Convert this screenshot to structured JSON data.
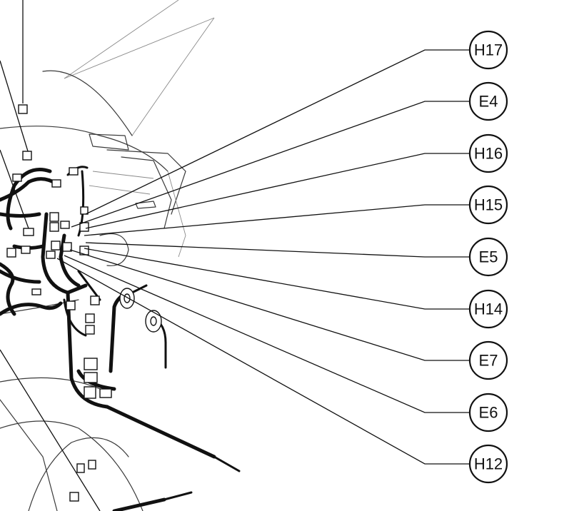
{
  "callouts": [
    {
      "id": "H17"
    },
    {
      "id": "E4"
    },
    {
      "id": "H16"
    },
    {
      "id": "H15"
    },
    {
      "id": "E5"
    },
    {
      "id": "H14"
    },
    {
      "id": "E7"
    },
    {
      "id": "E6"
    },
    {
      "id": "H12"
    }
  ]
}
